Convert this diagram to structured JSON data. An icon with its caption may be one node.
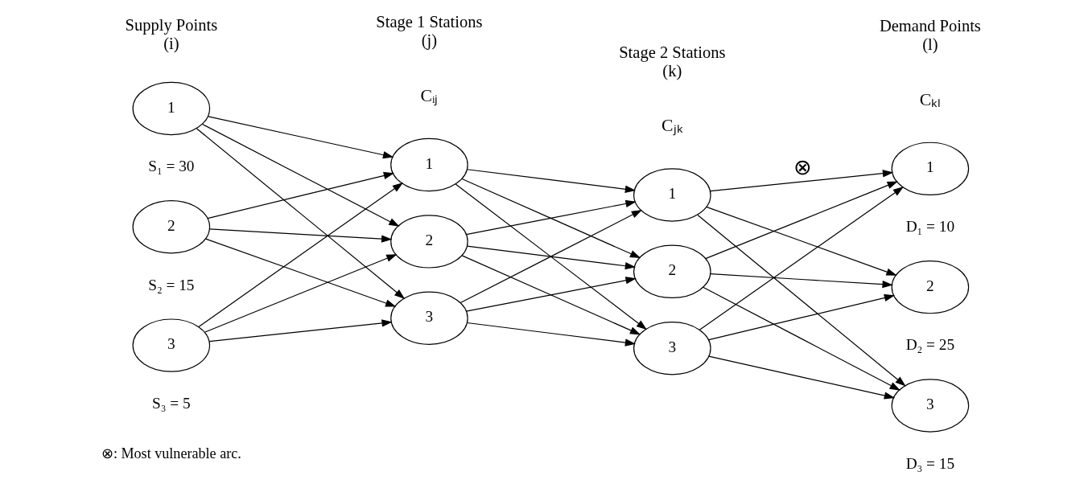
{
  "diagram": {
    "nodes": [
      {
        "text": [
          "1"
        ],
        "beside": [
          "S₁ = 30"
        ]
      },
      {
        "text": [
          "2"
        ],
        "beside": [
          "S₂ = 15"
        ]
      },
      {
        "text": [
          "3"
        ],
        "beside": [
          "S₃ = 5"
        ]
      },
      {
        "text": [
          "1"
        ]
      },
      {
        "text": [
          "2"
        ]
      },
      {
        "text": [
          "3"
        ]
      },
      {
        "text": [
          "1"
        ]
      },
      {
        "text": [
          "2"
        ]
      },
      {
        "text": [
          "3"
        ]
      },
      {
        "text": [
          "1"
        ],
        "beside": [
          "D₁ = 10"
        ]
      },
      {
        "text": [
          "2"
        ],
        "beside": [
          "D₂ = 25"
        ]
      },
      {
        "text": [
          "3"
        ],
        "beside": [
          "D₃ = 15"
        ]
      }
    ],
    "edges": [
      {
        "from": 0,
        "to": 3,
        "arrow": "to"
      },
      {
        "from": 0,
        "to": 4,
        "arrow": "to"
      },
      {
        "from": 0,
        "to": 5,
        "arrow": "to"
      },
      {
        "from": 1,
        "to": 3,
        "arrow": "to"
      },
      {
        "from": 1,
        "to": 4,
        "arrow": "to"
      },
      {
        "from": 1,
        "to": 5,
        "arrow": "to"
      },
      {
        "from": 2,
        "to": 3,
        "arrow": "to"
      },
      {
        "from": 2,
        "to": 4,
        "arrow": "to"
      },
      {
        "from": 2,
        "to": 5,
        "arrow": "to"
      },
      {
        "from": 3,
        "to": 6,
        "arrow": "to"
      },
      {
        "from": 3,
        "to": 7,
        "arrow": "to"
      },
      {
        "from": 3,
        "to": 8,
        "arrow": "to"
      },
      {
        "from": 4,
        "to": 6,
        "arrow": "to"
      },
      {
        "from": 4,
        "to": 7,
        "arrow": "to"
      },
      {
        "from": 4,
        "to": 8,
        "arrow": "to"
      },
      {
        "from": 5,
        "to": 6,
        "arrow": "to"
      },
      {
        "from": 5,
        "to": 7,
        "arrow": "to"
      },
      {
        "from": 5,
        "to": 8,
        "arrow": "to"
      },
      {
        "from": 6,
        "to": 9,
        "arrow": "to",
        "label": "⊗"
      },
      {
        "from": 6,
        "to": 10,
        "arrow": "to"
      },
      {
        "from": 6,
        "to": 11,
        "arrow": "to"
      },
      {
        "from": 7,
        "to": 9,
        "arrow": "to"
      },
      {
        "from": 7,
        "to": 10,
        "arrow": "to"
      },
      {
        "from": 7,
        "to": 11,
        "arrow": "to"
      },
      {
        "from": 8,
        "to": 9,
        "arrow": "to"
      },
      {
        "from": 8,
        "to": 10,
        "arrow": "to"
      },
      {
        "from": 8,
        "to": 11,
        "arrow": "to"
      }
    ],
    "labels": [
      "Supply Points (i)",
      "Stage 1 Stations (j)",
      "Stage 2 Stations (k)",
      "Demand Points (l)",
      "Cᵢⱼ",
      "Cⱼₖ",
      "Cₖₗ",
      "⊗: Most vulnerable arc."
    ]
  }
}
